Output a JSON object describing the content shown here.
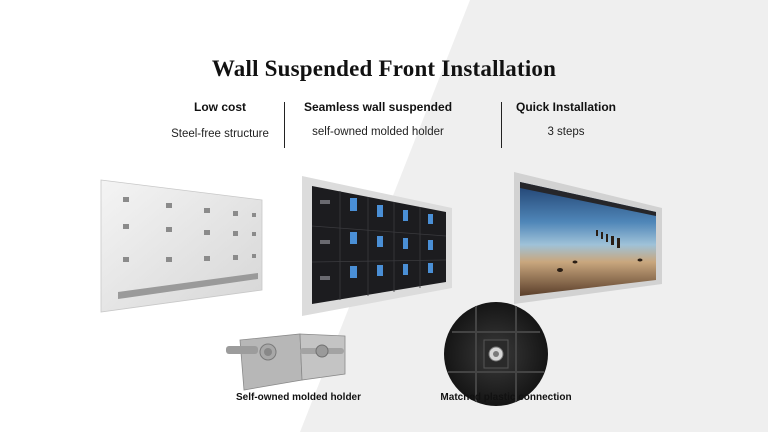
{
  "title": "Wall Suspended Front Installation",
  "features": [
    {
      "heading": "Low cost",
      "subtitle": "Steel-free structure"
    },
    {
      "heading": "Seamless wall suspended",
      "subtitle": "self-owned molded holder"
    },
    {
      "heading": "Quick Installation",
      "subtitle": "3 steps"
    }
  ],
  "captions": {
    "holder": "Self-owned molded holder",
    "connection": "Matched plastic connection"
  },
  "colors": {
    "background_grey": "#efefef",
    "panel_dark": "#1c1c1f",
    "module_blue": "#4a8fd6"
  }
}
